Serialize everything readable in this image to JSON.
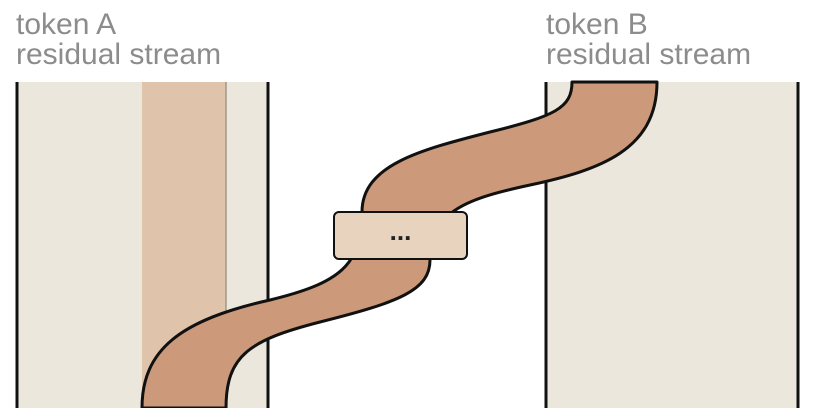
{
  "streams": {
    "a": {
      "line1": "token A",
      "line2": "residual stream"
    },
    "b": {
      "line1": "token B",
      "line2": "residual stream"
    }
  },
  "box": {
    "label": "..."
  },
  "colors": {
    "stream_fill": "#ece7dc",
    "band_fill": "#dfc3ab",
    "flow_fill": "#cc9a7b",
    "box_fill": "#e8d3bf",
    "outline": "#111111"
  }
}
